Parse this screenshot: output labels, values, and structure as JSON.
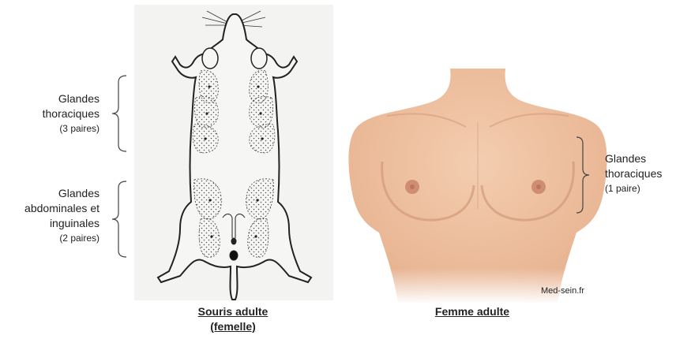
{
  "left_labels": {
    "thoracic": {
      "line1": "Glandes",
      "line2": "thoraciques",
      "sub": "(3 paires)"
    },
    "abdominal": {
      "line1": "Glandes",
      "line2": "abdominales et",
      "line3": "inguinales",
      "sub": "(2 paires)"
    }
  },
  "right_label": {
    "line1": "Glandes",
    "line2": "thoraciques",
    "sub": "(1 paire)"
  },
  "captions": {
    "mouse_line1": "Souris adulte",
    "mouse_line2": "(femelle)",
    "woman": "Femme adulte"
  },
  "credit": "Med-sein.fr",
  "colors": {
    "skin": "#eec3a2",
    "skin_shadow": "#d9a283",
    "areola": "#c98a72",
    "stipple": "#555555"
  }
}
